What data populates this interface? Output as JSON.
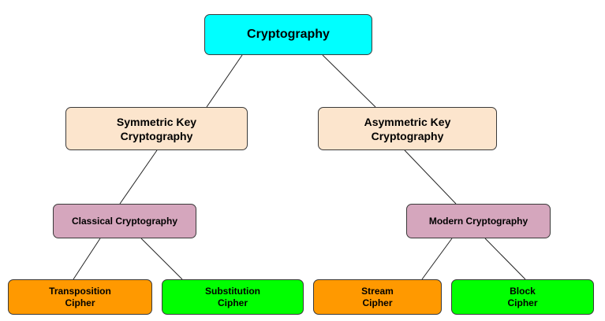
{
  "diagram": {
    "nodes": {
      "root": {
        "label": "Cryptography",
        "color": "#00FFFF"
      },
      "symmetric": {
        "label": "Symmetric Key\nCryptography",
        "color": "#FCE5CD"
      },
      "asymmetric": {
        "label": "Asymmetric Key\nCryptography",
        "color": "#FCE5CD"
      },
      "classical": {
        "label": "Classical Cryptography",
        "color": "#D5A6BD"
      },
      "modern": {
        "label": "Modern Cryptography",
        "color": "#D5A6BD"
      },
      "transposition": {
        "label": "Transposition\nCipher",
        "color": "#FF9900"
      },
      "substitution": {
        "label": "Substitution\nCipher",
        "color": "#00FF00"
      },
      "stream": {
        "label": "Stream\nCipher",
        "color": "#FF9900"
      },
      "block": {
        "label": "Block\nCipher",
        "color": "#00FF00"
      }
    },
    "edges": [
      {
        "from": "root",
        "to": "symmetric"
      },
      {
        "from": "root",
        "to": "asymmetric"
      },
      {
        "from": "symmetric",
        "to": "classical"
      },
      {
        "from": "asymmetric",
        "to": "modern"
      },
      {
        "from": "classical",
        "to": "transposition"
      },
      {
        "from": "classical",
        "to": "substitution"
      },
      {
        "from": "modern",
        "to": "stream"
      },
      {
        "from": "modern",
        "to": "block"
      }
    ]
  }
}
